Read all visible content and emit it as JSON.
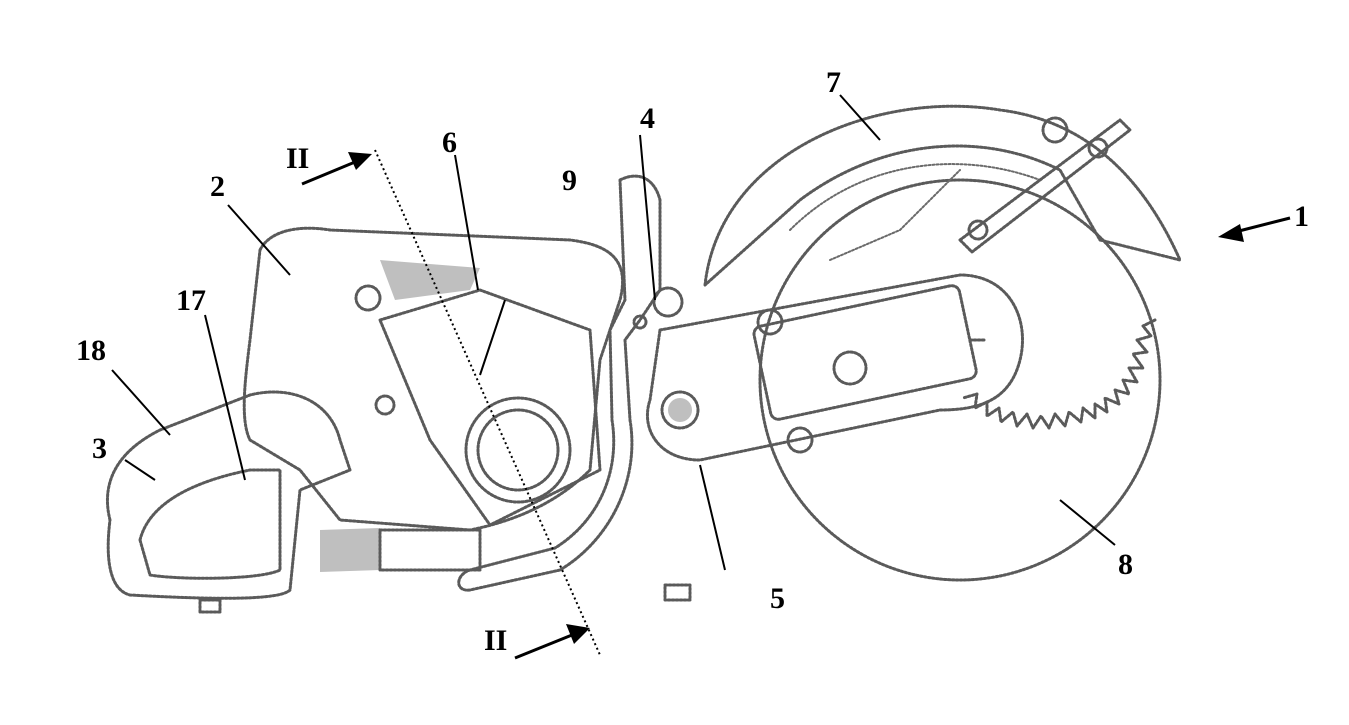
{
  "figure": {
    "section_label_top": "II",
    "section_label_bottom": "II",
    "reference_numerals": {
      "saw_overall": "1",
      "rear_handle_housing": "2",
      "rear_handle": "3",
      "front_handle": "4",
      "blade_arm": "5",
      "engine": "6",
      "blade_guard": "7",
      "saw_blade": "8",
      "clutch_area": "9",
      "throttle_lever": "17",
      "handle_grip": "18"
    }
  }
}
